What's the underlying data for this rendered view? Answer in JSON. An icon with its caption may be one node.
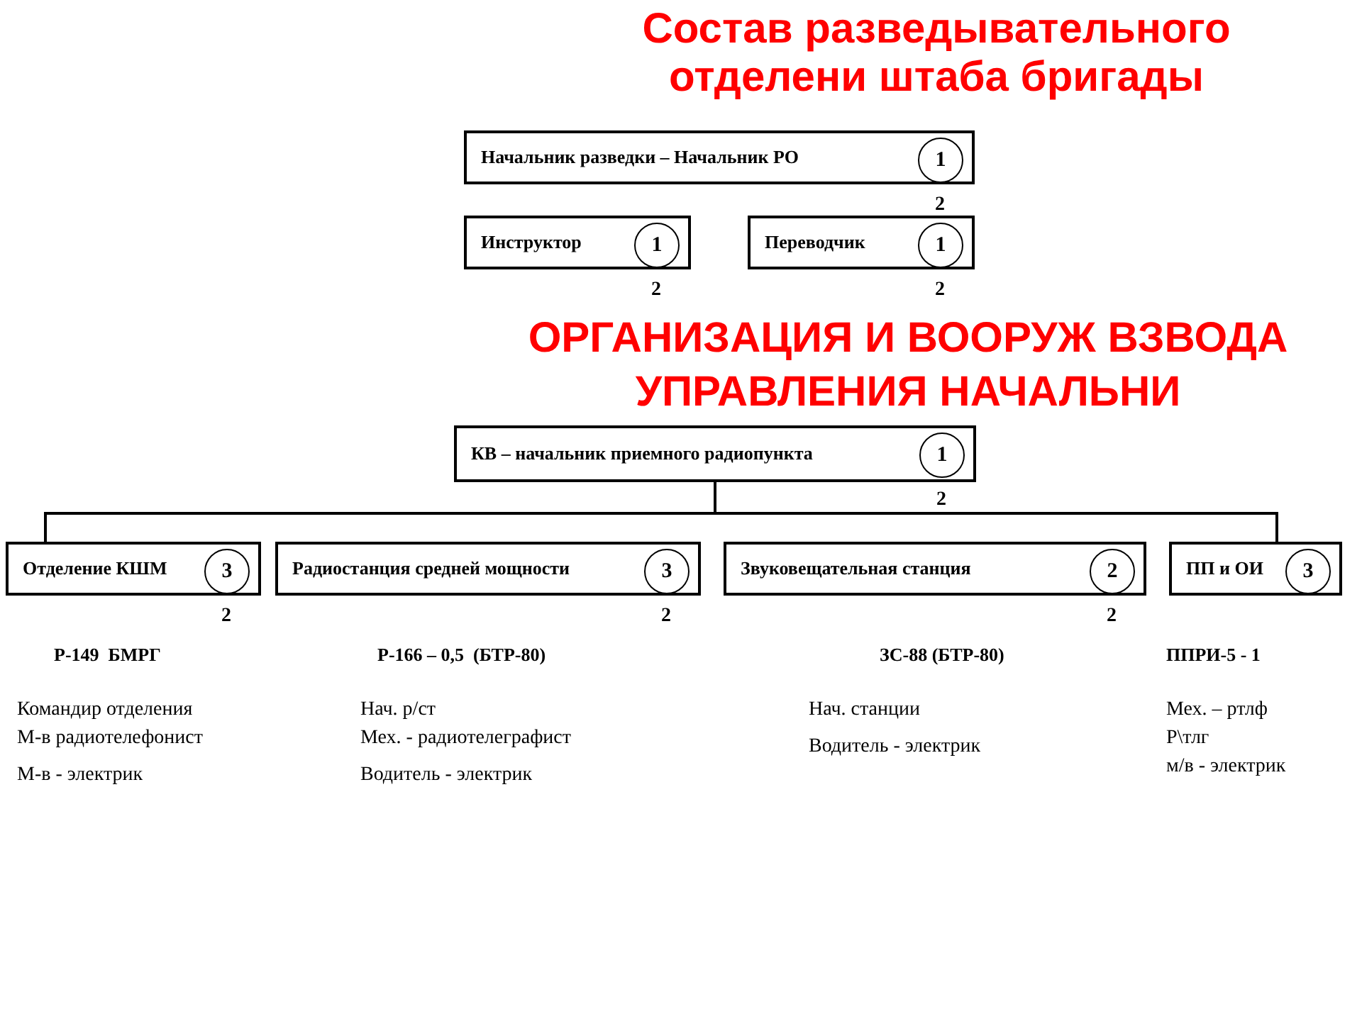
{
  "diagram": {
    "title": "Состав разведывательного отделени штаба бригады",
    "nodes": [
      {
        "text": [
          "Начальник разведки – Начальник РО"
        ]
      },
      {
        "text": [
          "1"
        ],
        "beside": [
          "2"
        ],
        "in": 0
      },
      {
        "text": [
          "Инструктор"
        ]
      },
      {
        "text": [
          "1"
        ],
        "beside": [
          "2"
        ],
        "in": 2
      },
      {
        "text": [
          "Переводчик"
        ]
      },
      {
        "text": [
          "1"
        ],
        "beside": [
          "2"
        ],
        "in": 4
      },
      {
        "text": [
          "КВ – начальник приемного радиопункта"
        ]
      },
      {
        "text": [
          "1"
        ],
        "beside": [
          "2"
        ],
        "in": 6
      },
      {
        "text": [
          "Отделение КШМ"
        ]
      },
      {
        "text": [
          "3"
        ],
        "beside": [
          "2"
        ],
        "in": 8
      },
      {
        "text": [
          "Радиостанция средней мощности"
        ]
      },
      {
        "text": [
          "3"
        ],
        "beside": [
          "2"
        ],
        "in": 10
      },
      {
        "text": [
          "Звуковещательная станция"
        ]
      },
      {
        "text": [
          "2"
        ],
        "beside": [
          "2"
        ],
        "in": 12
      },
      {
        "text": [
          "ПП и ОИ"
        ]
      },
      {
        "text": [
          "3"
        ],
        "in": 14
      }
    ],
    "edges": [
      {
        "from": 6,
        "to": 8,
        "arrow": "none"
      },
      {
        "from": 6,
        "to": 14,
        "arrow": "none"
      }
    ],
    "labels": [
      "ОРГАНИЗАЦИЯ И ВООРУЖ ВЗВОДА УПРАВЛЕНИЯ НАЧАЛЬНИ",
      "Р-149  БМРГ",
      "Р-166 – 0,5  (БТР-80)",
      "ЗС-88 (БТР-80)",
      "ППРИ-5 - 1",
      "Командир отделения",
      "М-в радиотелефонист",
      "М-в - электрик",
      "Нач. р/ст",
      "Мех. - радиотелеграфист",
      "Водитель - электрик",
      "Нач. станции",
      "Водитель - электрик",
      "Мех. – ртлф",
      "Р\\тлг",
      "м/в - электрик"
    ]
  }
}
